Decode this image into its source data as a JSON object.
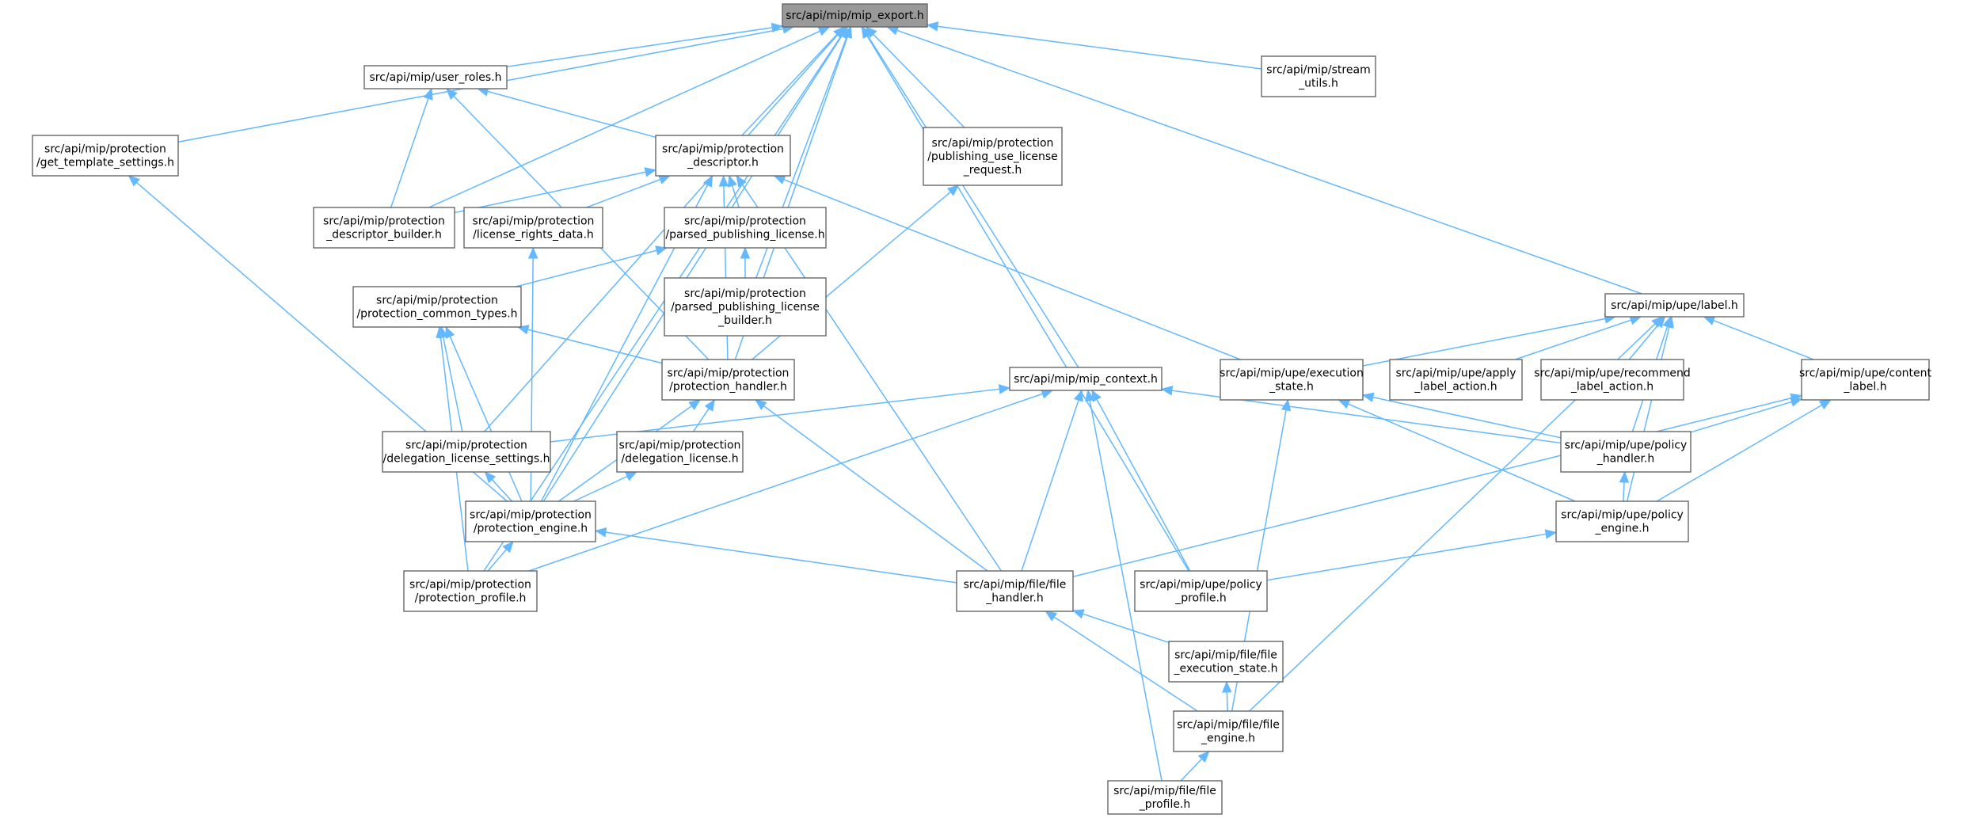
{
  "nodes": [
    {
      "id": "mip_export",
      "lines": [
        "src/api/mip/mip_export.h"
      ],
      "root": true
    },
    {
      "id": "user_roles",
      "lines": [
        "src/api/mip/user_roles.h"
      ]
    },
    {
      "id": "stream_utils",
      "lines": [
        "src/api/mip/stream",
        "_utils.h"
      ]
    },
    {
      "id": "get_template",
      "lines": [
        "src/api/mip/protection",
        "/get_template_settings.h"
      ]
    },
    {
      "id": "prot_desc",
      "lines": [
        "src/api/mip/protection",
        "_descriptor.h"
      ]
    },
    {
      "id": "pub_use",
      "lines": [
        "src/api/mip/protection",
        "/publishing_use_license",
        "_request.h"
      ]
    },
    {
      "id": "desc_builder",
      "lines": [
        "src/api/mip/protection",
        "_descriptor_builder.h"
      ]
    },
    {
      "id": "lic_rights",
      "lines": [
        "src/api/mip/protection",
        "/license_rights_data.h"
      ]
    },
    {
      "id": "parsed_pub",
      "lines": [
        "src/api/mip/protection",
        "/parsed_publishing_license.h"
      ]
    },
    {
      "id": "parsed_pub_builder",
      "lines": [
        "src/api/mip/protection",
        "/parsed_publishing_license",
        "_builder.h"
      ]
    },
    {
      "id": "common_types",
      "lines": [
        "src/api/mip/protection",
        "/protection_common_types.h"
      ]
    },
    {
      "id": "prot_handler",
      "lines": [
        "src/api/mip/protection",
        "/protection_handler.h"
      ]
    },
    {
      "id": "mip_context",
      "lines": [
        "src/api/mip/mip_context.h"
      ]
    },
    {
      "id": "label",
      "lines": [
        "src/api/mip/upe/label.h"
      ]
    },
    {
      "id": "exec_state",
      "lines": [
        "src/api/mip/upe/execution",
        "_state.h"
      ]
    },
    {
      "id": "apply_label",
      "lines": [
        "src/api/mip/upe/apply",
        "_label_action.h"
      ]
    },
    {
      "id": "recommend",
      "lines": [
        "src/api/mip/upe/recommend",
        "_label_action.h"
      ]
    },
    {
      "id": "content_label",
      "lines": [
        "src/api/mip/upe/content",
        "_label.h"
      ]
    },
    {
      "id": "deleg_settings",
      "lines": [
        "src/api/mip/protection",
        "/delegation_license_settings.h"
      ]
    },
    {
      "id": "deleg_license",
      "lines": [
        "src/api/mip/protection",
        "/delegation_license.h"
      ]
    },
    {
      "id": "policy_handler",
      "lines": [
        "src/api/mip/upe/policy",
        "_handler.h"
      ]
    },
    {
      "id": "prot_engine",
      "lines": [
        "src/api/mip/protection",
        "/protection_engine.h"
      ]
    },
    {
      "id": "policy_engine",
      "lines": [
        "src/api/mip/upe/policy",
        "_engine.h"
      ]
    },
    {
      "id": "prot_profile",
      "lines": [
        "src/api/mip/protection",
        "/protection_profile.h"
      ]
    },
    {
      "id": "file_handler",
      "lines": [
        "src/api/mip/file/file",
        "_handler.h"
      ]
    },
    {
      "id": "policy_profile",
      "lines": [
        "src/api/mip/upe/policy",
        "_profile.h"
      ]
    },
    {
      "id": "file_exec_state",
      "lines": [
        "src/api/mip/file/file",
        "_execution_state.h"
      ]
    },
    {
      "id": "file_engine",
      "lines": [
        "src/api/mip/file/file",
        "_engine.h"
      ]
    },
    {
      "id": "file_profile",
      "lines": [
        "src/api/mip/file/file",
        "_profile.h"
      ]
    }
  ],
  "edges": [
    [
      "mip_export",
      "user_roles"
    ],
    [
      "mip_export",
      "stream_utils"
    ],
    [
      "mip_export",
      "get_template"
    ],
    [
      "mip_export",
      "prot_desc"
    ],
    [
      "mip_export",
      "pub_use"
    ],
    [
      "mip_export",
      "desc_builder"
    ],
    [
      "mip_export",
      "parsed_pub_builder"
    ],
    [
      "mip_export",
      "prot_handler"
    ],
    [
      "mip_export",
      "mip_context"
    ],
    [
      "mip_export",
      "label"
    ],
    [
      "mip_export",
      "deleg_settings"
    ],
    [
      "mip_export",
      "prot_engine"
    ],
    [
      "mip_export",
      "prot_profile"
    ],
    [
      "mip_export",
      "policy_profile"
    ],
    [
      "user_roles",
      "prot_desc"
    ],
    [
      "user_roles",
      "desc_builder"
    ],
    [
      "user_roles",
      "prot_handler"
    ],
    [
      "get_template",
      "prot_engine"
    ],
    [
      "prot_desc",
      "desc_builder"
    ],
    [
      "prot_desc",
      "lic_rights"
    ],
    [
      "prot_desc",
      "parsed_pub"
    ],
    [
      "prot_desc",
      "prot_handler"
    ],
    [
      "prot_desc",
      "exec_state"
    ],
    [
      "prot_desc",
      "prot_engine"
    ],
    [
      "prot_desc",
      "file_handler"
    ],
    [
      "pub_use",
      "prot_handler"
    ],
    [
      "lic_rights",
      "prot_engine"
    ],
    [
      "parsed_pub",
      "parsed_pub_builder"
    ],
    [
      "parsed_pub",
      "common_types"
    ],
    [
      "common_types",
      "prot_handler"
    ],
    [
      "common_types",
      "deleg_settings"
    ],
    [
      "common_types",
      "prot_engine"
    ],
    [
      "common_types",
      "prot_profile"
    ],
    [
      "prot_handler",
      "deleg_license"
    ],
    [
      "prot_handler",
      "prot_engine"
    ],
    [
      "prot_handler",
      "file_handler"
    ],
    [
      "mip_context",
      "deleg_settings"
    ],
    [
      "mip_context",
      "prot_profile"
    ],
    [
      "mip_context",
      "file_handler"
    ],
    [
      "mip_context",
      "policy_profile"
    ],
    [
      "mip_context",
      "file_profile"
    ],
    [
      "mip_context",
      "policy_handler"
    ],
    [
      "label",
      "exec_state"
    ],
    [
      "label",
      "apply_label"
    ],
    [
      "label",
      "recommend"
    ],
    [
      "label",
      "content_label"
    ],
    [
      "label",
      "policy_handler"
    ],
    [
      "label",
      "policy_engine"
    ],
    [
      "label",
      "file_engine"
    ],
    [
      "exec_state",
      "policy_handler"
    ],
    [
      "exec_state",
      "policy_engine"
    ],
    [
      "exec_state",
      "file_engine"
    ],
    [
      "content_label",
      "policy_handler"
    ],
    [
      "content_label",
      "policy_engine"
    ],
    [
      "content_label",
      "file_handler"
    ],
    [
      "deleg_settings",
      "prot_engine"
    ],
    [
      "deleg_license",
      "prot_engine"
    ],
    [
      "policy_handler",
      "policy_engine"
    ],
    [
      "prot_engine",
      "prot_profile"
    ],
    [
      "prot_engine",
      "file_handler"
    ],
    [
      "policy_engine",
      "policy_profile"
    ],
    [
      "file_handler",
      "file_exec_state"
    ],
    [
      "file_handler",
      "file_engine"
    ],
    [
      "file_exec_state",
      "file_engine"
    ],
    [
      "file_engine",
      "file_profile"
    ]
  ]
}
